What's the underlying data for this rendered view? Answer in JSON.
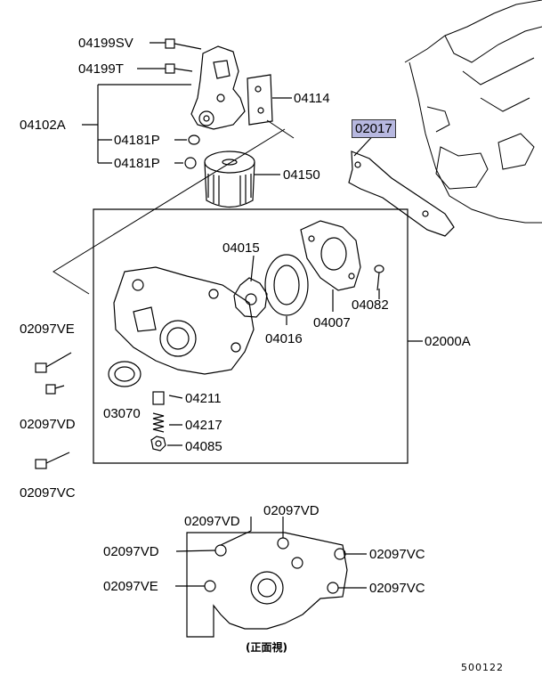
{
  "diagram": {
    "caption": "(正面視)",
    "diagram_number": "500122",
    "labels": {
      "p04199SV": "04199SV",
      "p04199T": "04199T",
      "p04114": "04114",
      "p04102A": "04102A",
      "p04181P_a": "04181P",
      "p04181P_b": "04181P",
      "p02017": "02017",
      "p04150": "04150",
      "p04015": "04015",
      "p04082": "04082",
      "p04007": "04007",
      "p04016": "04016",
      "p02000A": "02000A",
      "p02097VE_a": "02097VE",
      "p02097VD_a": "02097VD",
      "p02097VC_a": "02097VC",
      "p03070": "03070",
      "p04211": "04211",
      "p04217": "04217",
      "p04085": "04085",
      "p02097VD_b": "02097VD",
      "p02097VD_c": "02097VD",
      "p02097VD_d": "02097VD",
      "p02097VC_b": "02097VC",
      "p02097VE_b": "02097VE",
      "p02097VC_c": "02097VC"
    },
    "highlight_color": "#b7b8e0"
  }
}
